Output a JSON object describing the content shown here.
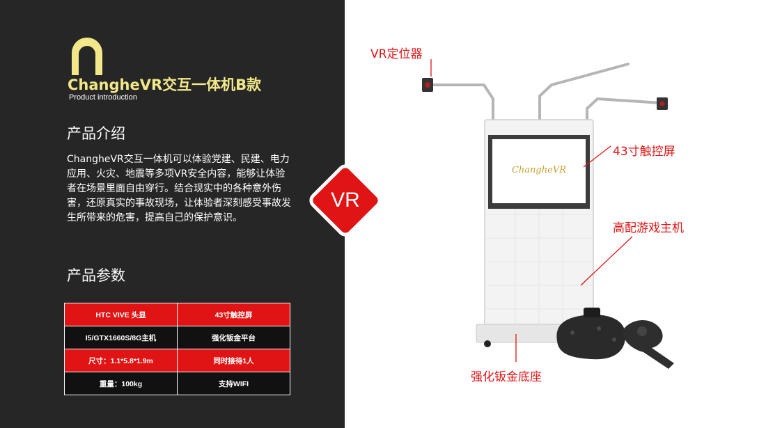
{
  "header": {
    "title": "ChangheVR交互一体机B款",
    "subtitle": "Product introduction"
  },
  "intro": {
    "heading": "产品介绍",
    "body": "ChangheVR交互一体机可以体验党建、民建、电力应用、火灾、地震等多项VR安全内容，能够让体验者在场景里面自由穿行。结合现实中的各种意外伤害，还原真实的事故现场，让体验者深刻感受事故发生所带来的危害，提高自己的保护意识。"
  },
  "params": {
    "heading": "产品参数",
    "rows": [
      [
        "HTC VIVE 头显",
        "43寸触控屏"
      ],
      [
        "I5/GTX1660S/8G主机",
        "强化钣金平台"
      ],
      [
        "尺寸：1.1*5.8*1.9m",
        "同时接待1人"
      ],
      [
        "重量：100kg",
        "支持WIFI"
      ]
    ]
  },
  "badge": {
    "text": "VR"
  },
  "screen_logo": "ChangheVR",
  "callouts": {
    "locator": "VR定位器",
    "touchscreen": "43寸触控屏",
    "host": "高配游戏主机",
    "base": "强化钣金底座"
  },
  "colors": {
    "accent_red": "#e01414",
    "title_yellow": "#f2e88a",
    "panel_dark": "#262626"
  }
}
